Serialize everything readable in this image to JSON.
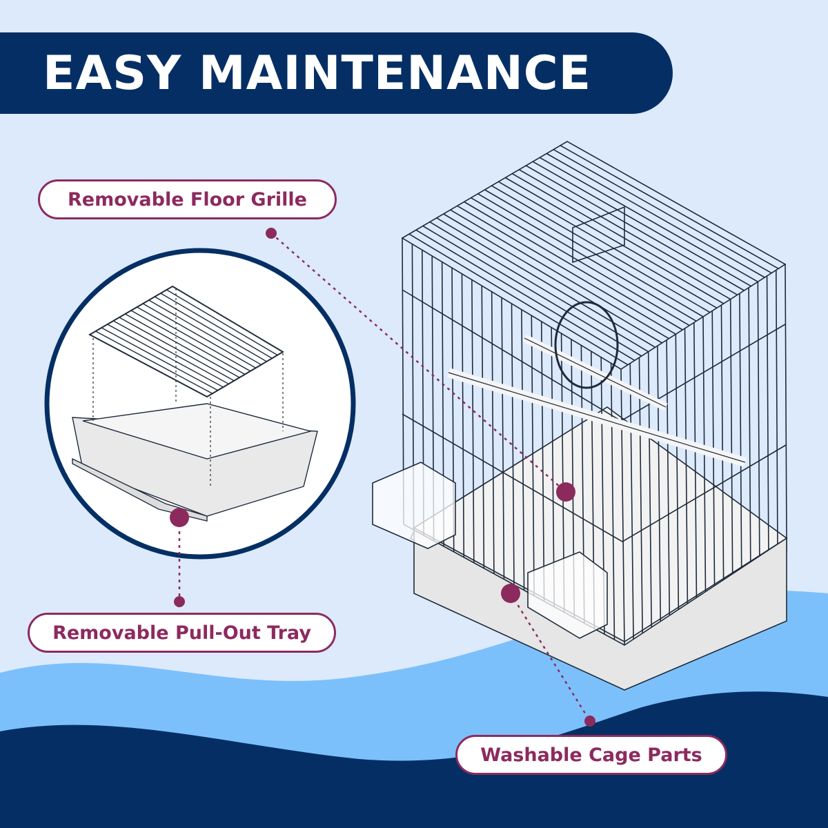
{
  "banner": {
    "title": "EASY MAINTENANCE"
  },
  "callouts": {
    "floor_grille": "Removable Floor Grille",
    "pull_out_tray": "Removable Pull-Out Tray",
    "washable_parts": "Washable Cage Parts"
  },
  "colors": {
    "navy": "#052f64",
    "sky": "#dceafc",
    "wave_light": "#7cc0fb",
    "accent_magenta": "#8c2a5e",
    "white": "#ffffff"
  }
}
